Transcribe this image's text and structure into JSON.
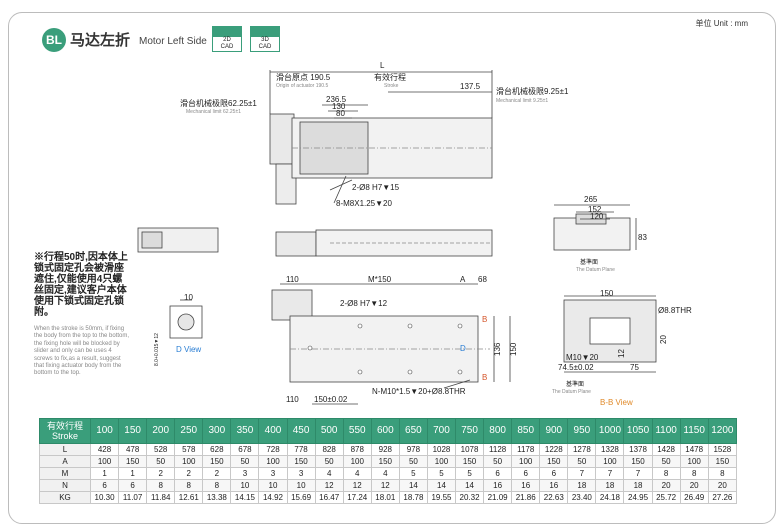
{
  "header": {
    "badge": "BL",
    "title_cn": "马达左折",
    "title_en": "Motor Left Side",
    "cad_2d": [
      "2D",
      "CAD"
    ],
    "cad_3d": [
      "3D",
      "CAD"
    ],
    "unit": "单位 Unit : mm"
  },
  "drawing": {
    "L": "L",
    "origin": "滑台原点 190.5",
    "origin_en": "Origin of actuator 190.5",
    "stroke": "有效行程",
    "stroke_en": "Stroke",
    "d137": "137.5",
    "mlimit_right": "滑台机械极限9.25±1",
    "mlimit_right_en": "Mechanical limit 9.25±1",
    "mlimit_left": "滑台机械极限62.25±1",
    "mlimit_left_en": "Mechanical limit 62.25±1",
    "d2365": "236.5",
    "d130": "130",
    "d80": "80",
    "pin1": "2-Ø8 H7▼15",
    "thread1": "8-M8X1.25▼20",
    "d265": "265",
    "d152": "152",
    "d120": "120",
    "d83": "83",
    "datum": "基準面",
    "datum_en": "The Datum Plane",
    "d110": "110",
    "mx150": "M*150",
    "A": "A",
    "d68": "68",
    "B": "B",
    "pin2": "2-Ø8 H7▼12",
    "D": "D",
    "d136": "136",
    "d150v": "150",
    "nthread": "N-M10*1.5▼20+Ø8.8THR",
    "d110b": "110",
    "d150tol": "150±0.02",
    "dview_10": "10",
    "dview_tol": "8.0+0.015▼12",
    "dview": "D View",
    "bb_150": "150",
    "bb_thr": "Ø8.8THR",
    "bb_20": "20",
    "bb_m10": "M10▼20",
    "bb_12": "12",
    "bb_745": "74.5±0.02",
    "bb_75": "75",
    "bb_datum": "基準面",
    "bb_datum_en": "The Datum Plane",
    "bb_view": "B-B View"
  },
  "note": {
    "cn": "※行程50时,因本体上锁式固定孔会被滑座遮住,仅能使用4只螺丝固定,建议客户本体使用下锁式固定孔锁附。",
    "en": "When the stroke is 50mm, if fixing the body from the top to the bottom, the fixing hole will be blocked by slider and only can be uses 4 screws to fix,as a result, suggest that fixing actuator body from the bottom to the top."
  },
  "table": {
    "header_cn": "有效行程",
    "header_en": "Stroke",
    "strokes": [
      "100",
      "150",
      "200",
      "250",
      "300",
      "350",
      "400",
      "450",
      "500",
      "550",
      "600",
      "650",
      "700",
      "750",
      "800",
      "850",
      "900",
      "950",
      "1000",
      "1050",
      "1100",
      "1150",
      "1200"
    ],
    "rows": [
      {
        "label": "L",
        "values": [
          "428",
          "478",
          "528",
          "578",
          "628",
          "678",
          "728",
          "778",
          "828",
          "878",
          "928",
          "978",
          "1028",
          "1078",
          "1128",
          "1178",
          "1228",
          "1278",
          "1328",
          "1378",
          "1428",
          "1478",
          "1528"
        ]
      },
      {
        "label": "A",
        "values": [
          "100",
          "150",
          "50",
          "100",
          "150",
          "50",
          "100",
          "150",
          "50",
          "100",
          "150",
          "50",
          "100",
          "150",
          "50",
          "100",
          "150",
          "50",
          "100",
          "150",
          "50",
          "100",
          "150"
        ]
      },
      {
        "label": "M",
        "values": [
          "1",
          "1",
          "2",
          "2",
          "2",
          "3",
          "3",
          "3",
          "4",
          "4",
          "4",
          "5",
          "5",
          "5",
          "6",
          "6",
          "6",
          "7",
          "7",
          "7",
          "8",
          "8",
          "8"
        ]
      },
      {
        "label": "N",
        "values": [
          "6",
          "6",
          "8",
          "8",
          "8",
          "10",
          "10",
          "10",
          "12",
          "12",
          "12",
          "14",
          "14",
          "14",
          "16",
          "16",
          "16",
          "18",
          "18",
          "18",
          "20",
          "20",
          "20"
        ]
      },
      {
        "label": "KG",
        "values": [
          "10.30",
          "11.07",
          "11.84",
          "12.61",
          "13.38",
          "14.15",
          "14.92",
          "15.69",
          "16.47",
          "17.24",
          "18.01",
          "18.78",
          "19.55",
          "20.32",
          "21.09",
          "21.86",
          "22.63",
          "23.40",
          "24.18",
          "24.95",
          "25.72",
          "26.49",
          "27.26"
        ]
      }
    ]
  }
}
